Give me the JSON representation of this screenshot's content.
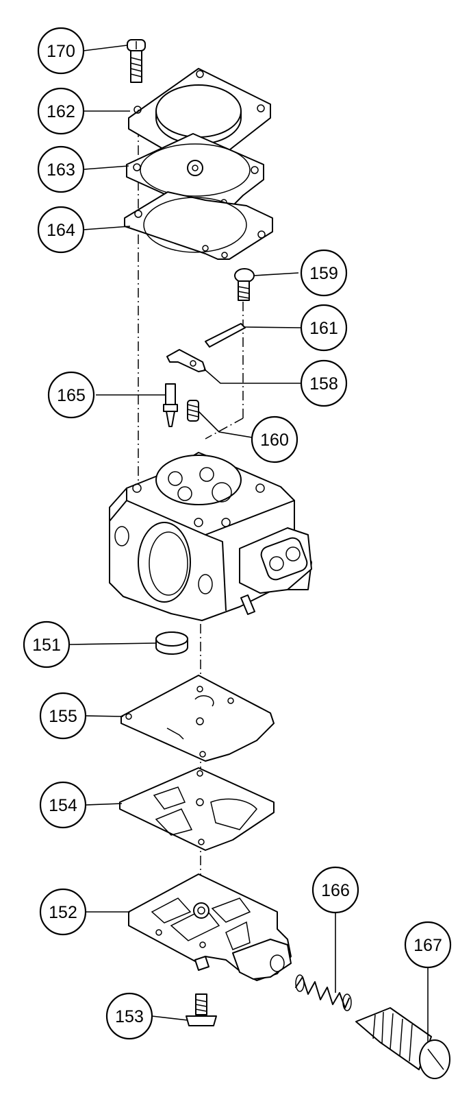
{
  "callouts": [
    {
      "id": "170",
      "label": "170"
    },
    {
      "id": "162",
      "label": "162"
    },
    {
      "id": "163",
      "label": "163"
    },
    {
      "id": "164",
      "label": "164"
    },
    {
      "id": "159",
      "label": "159"
    },
    {
      "id": "161",
      "label": "161"
    },
    {
      "id": "158",
      "label": "158"
    },
    {
      "id": "165",
      "label": "165"
    },
    {
      "id": "160",
      "label": "160"
    },
    {
      "id": "151",
      "label": "151"
    },
    {
      "id": "155",
      "label": "155"
    },
    {
      "id": "154",
      "label": "154"
    },
    {
      "id": "152",
      "label": "152"
    },
    {
      "id": "166",
      "label": "166"
    },
    {
      "id": "167",
      "label": "167"
    },
    {
      "id": "153",
      "label": "153"
    }
  ]
}
